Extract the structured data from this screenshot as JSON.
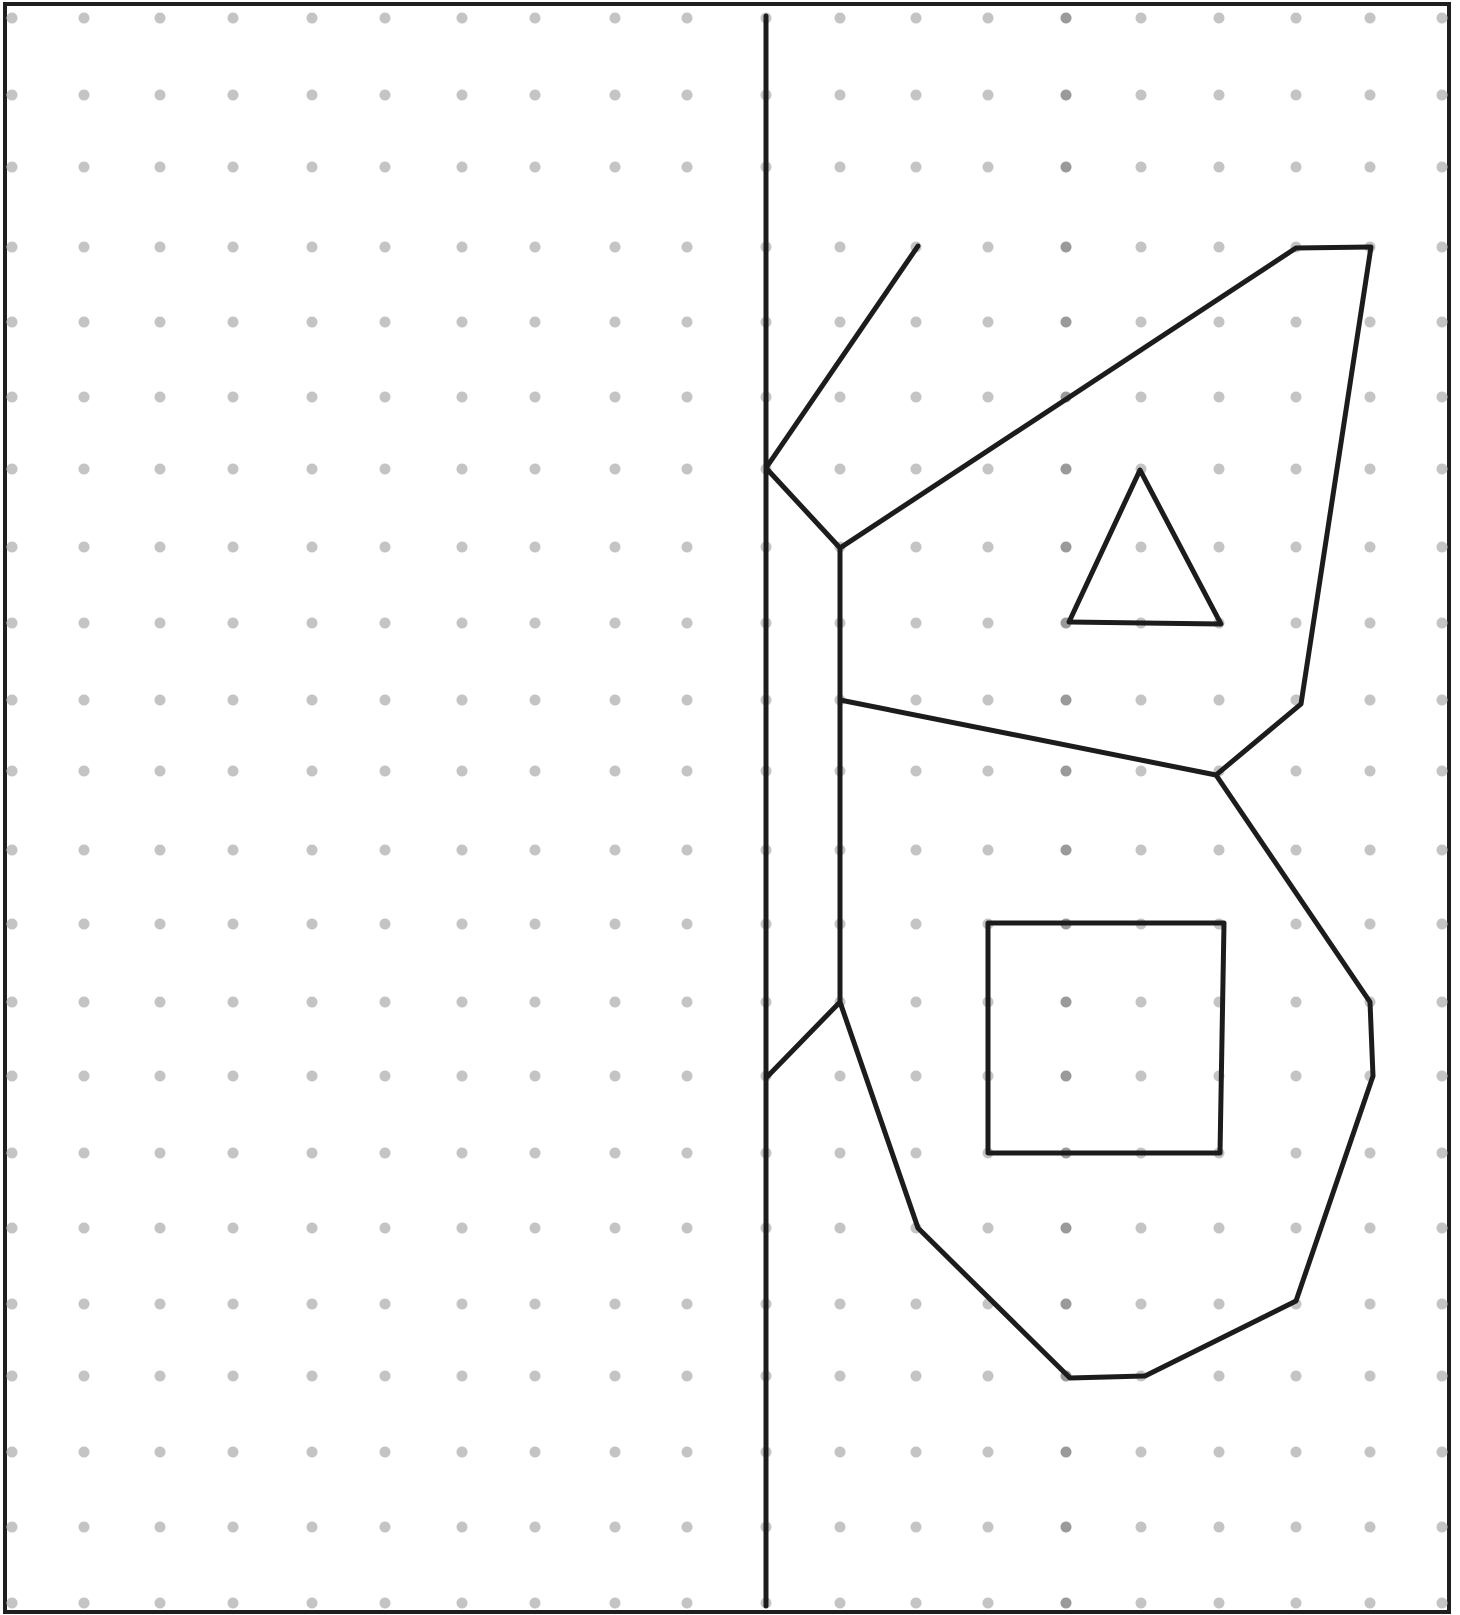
{
  "worksheet": {
    "task": "symmetry-completion",
    "mirror_axis": "vertical",
    "colors": {
      "background": "#ffffff",
      "frame": "#1f1f1f",
      "line": "#1c1c1c",
      "dot": "#c4c4c4",
      "dot_highlight": "#9a9a9a"
    },
    "grid": {
      "columns": 20,
      "rows": 22,
      "highlighted_column": 15
    },
    "figure": {
      "name": "half-butterfly",
      "parts": [
        "antenna",
        "head",
        "body",
        "upper-wing",
        "lower-wing",
        "triangle-spot",
        "square-spot"
      ]
    }
  }
}
